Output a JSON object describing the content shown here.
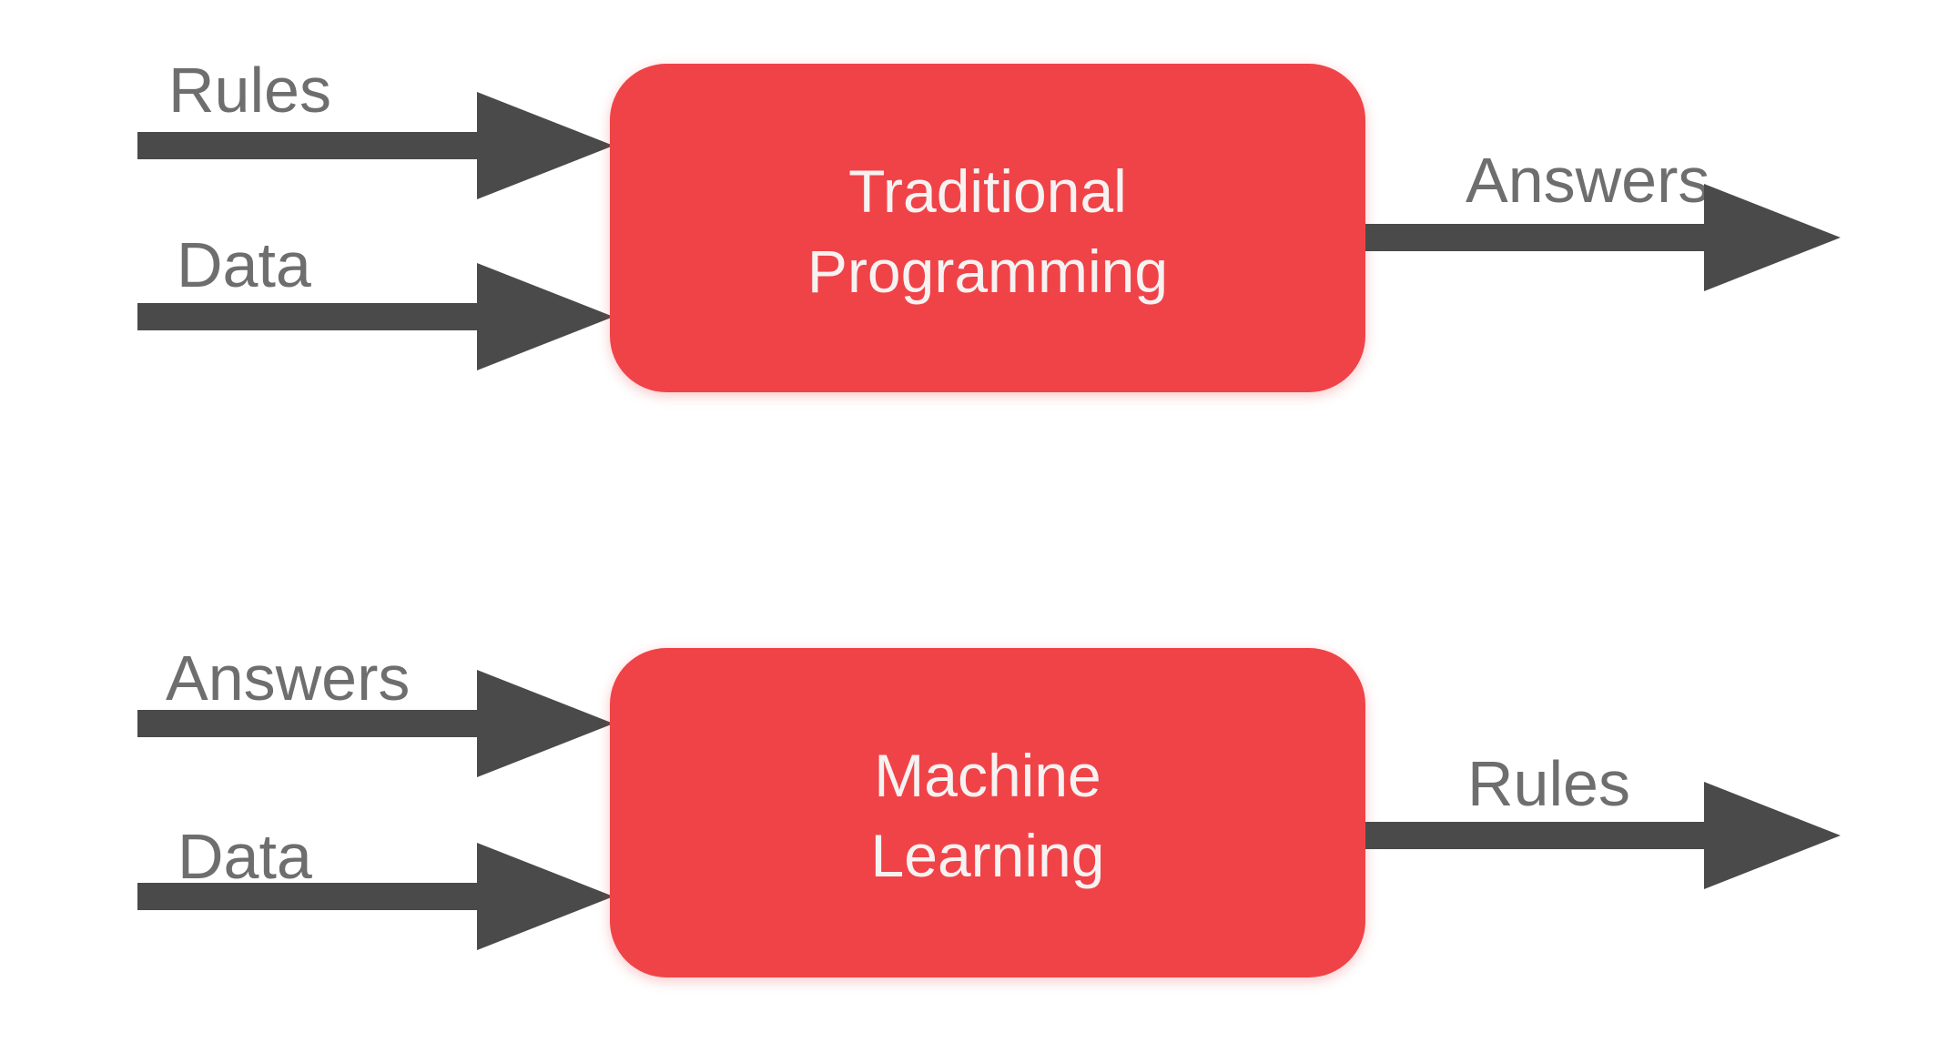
{
  "colors": {
    "box": "#f04348",
    "boxText": "#f7f2f2",
    "arrow": "#4a4a4a",
    "label": "#6e6e6e",
    "background": "#ffffff"
  },
  "top": {
    "inputs": [
      {
        "label": "Rules"
      },
      {
        "label": "Data"
      }
    ],
    "box": {
      "line1": "Traditional",
      "line2": "Programming"
    },
    "output": {
      "label": "Answers"
    }
  },
  "bottom": {
    "inputs": [
      {
        "label": "Answers"
      },
      {
        "label": "Data"
      }
    ],
    "box": {
      "line1": "Machine",
      "line2": "Learning"
    },
    "output": {
      "label": "Rules"
    }
  }
}
